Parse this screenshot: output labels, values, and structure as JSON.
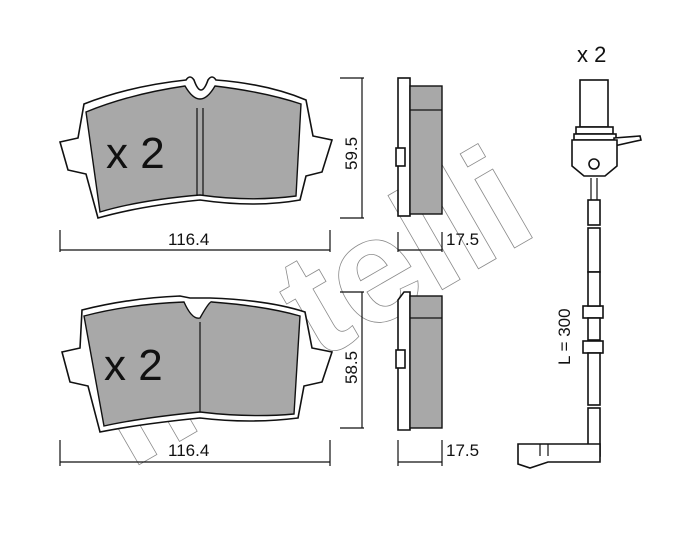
{
  "watermark": "metelli",
  "pads": [
    {
      "quantity_label": "x 2",
      "width_label": "116.4",
      "height_label": "59.5",
      "thickness_label": "17.5"
    },
    {
      "quantity_label": "x 2",
      "width_label": "116.4",
      "height_label": "58.5",
      "thickness_label": "17.5"
    }
  ],
  "sensor": {
    "quantity_label": "x 2",
    "length_label": "L = 300"
  },
  "colors": {
    "friction": "#a8a8a8",
    "line": "#111111",
    "watermark": "#8a8a8a"
  }
}
